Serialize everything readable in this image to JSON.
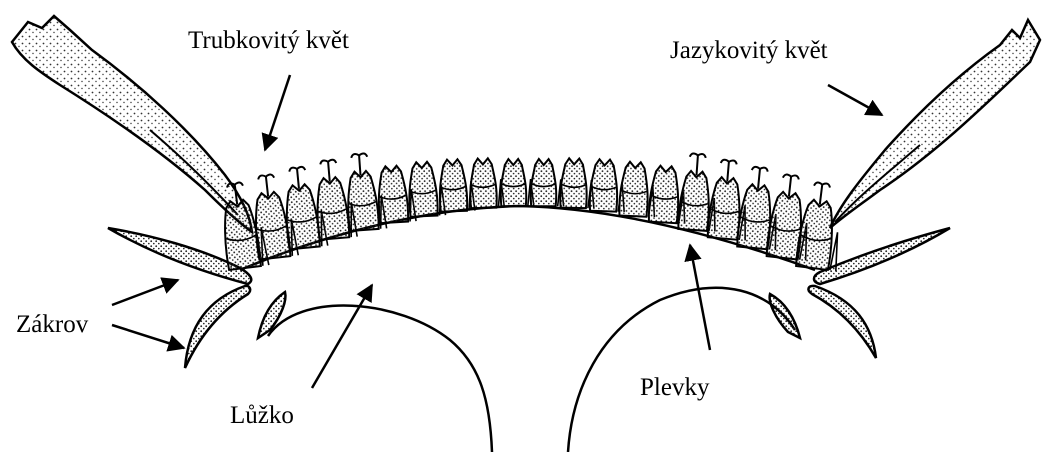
{
  "labels": {
    "tubular_flower": "Trubkovitý květ",
    "ligulate_flower": "Jazykovitý květ",
    "involucre": "Zákrov",
    "receptacle": "Lůžko",
    "bracts": "Plevky"
  },
  "colors": {
    "ink": "#000000",
    "background": "#ffffff",
    "stipple": "#333333"
  }
}
